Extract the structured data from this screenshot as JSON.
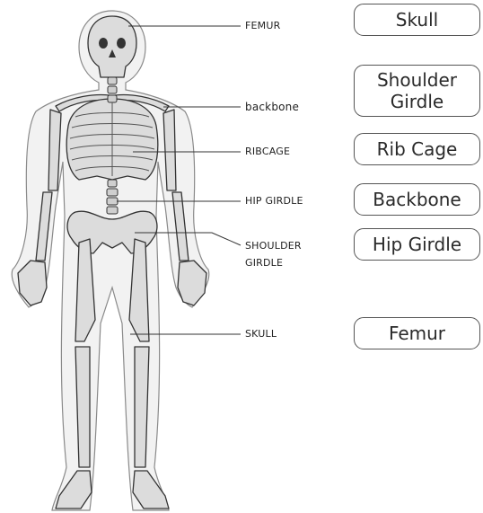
{
  "diagram": {
    "labels": [
      "FEMUR",
      "backbone",
      "RIBCAGE",
      "HIP GIRDLE",
      "SHOULDER\nGIRDLE",
      "SKULL"
    ],
    "answer_cards": [
      "Skull",
      "Shoulder\nGirdle",
      "Rib Cage",
      "Backbone",
      "Hip Girdle",
      "Femur"
    ]
  }
}
